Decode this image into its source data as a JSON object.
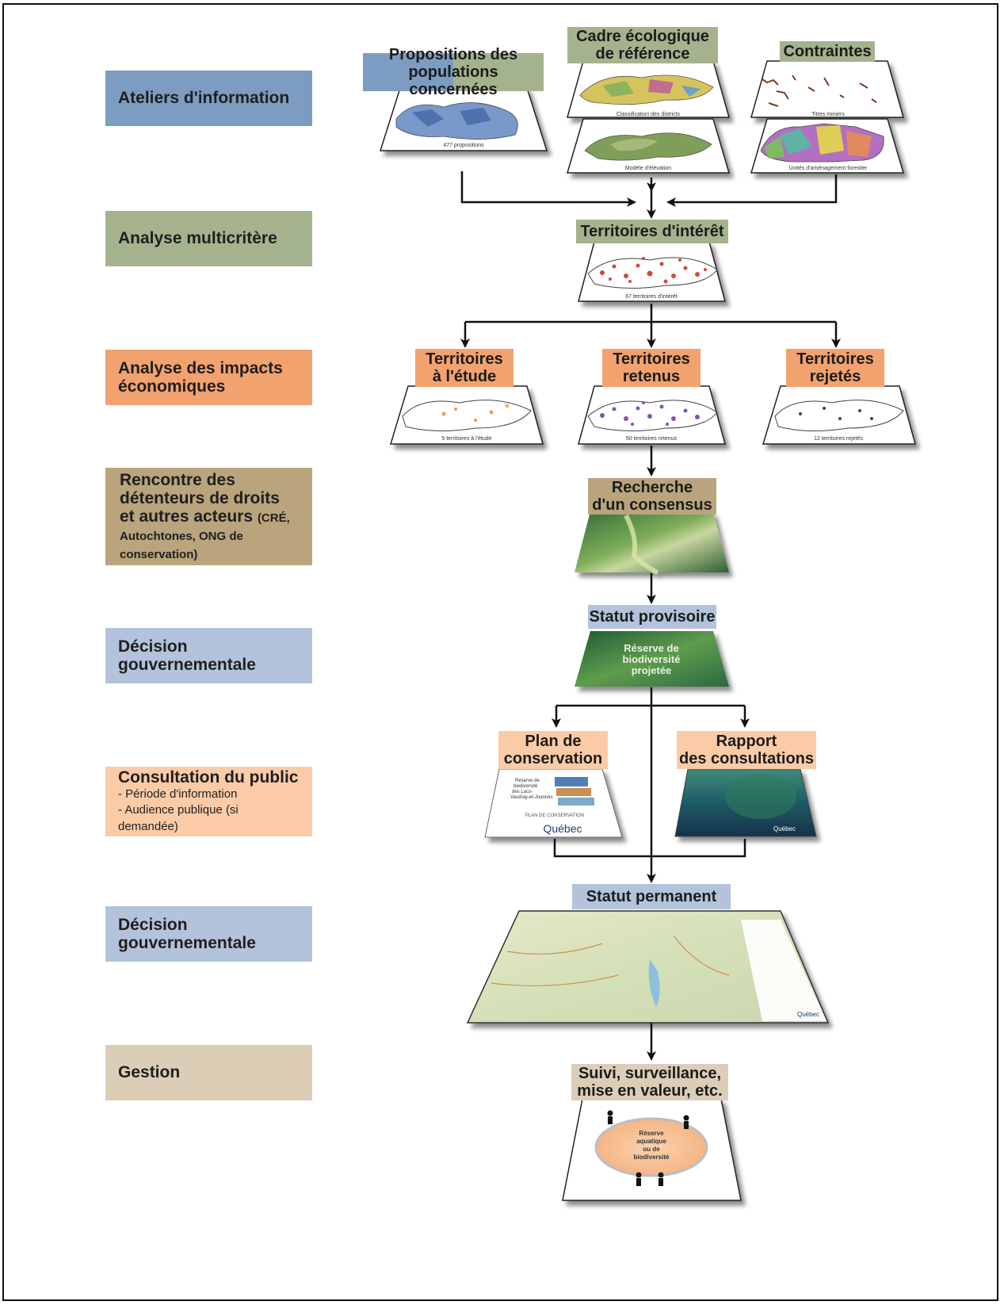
{
  "colors": {
    "blue_dark": "#7c9cc2",
    "green": "#a4b38e",
    "orange": "#f2a26f",
    "brown": "#b9a47d",
    "blue_light": "#b3c3dc",
    "peach": "#fbcba7",
    "beige": "#dccdb6"
  },
  "stages": [
    {
      "label": "Ateliers d'information"
    },
    {
      "label": "Analyse multicritère"
    },
    {
      "label": "Analyse des impacts économiques"
    },
    {
      "label": "Rencontre des détenteurs de droits et autres acteurs",
      "detail": "(CRÉ, Autochtones, ONG de conservation)"
    },
    {
      "label": "Décision gouvernementale"
    },
    {
      "label": "Consultation du public",
      "sub": [
        "- Période d'information",
        "- Audience publique (si demandée)"
      ]
    },
    {
      "label": "Décision gouvernementale"
    },
    {
      "label": "Gestion"
    }
  ],
  "nodes": {
    "propositions": {
      "line1": "Propositions des",
      "line2": "populations concernées",
      "caption": "477 propositions"
    },
    "cadre": {
      "line1": "Cadre écologique",
      "line2": "de référence",
      "caption1": "Classification des districts",
      "caption2": "Modèle d'élévation"
    },
    "contraintes": {
      "label": "Contraintes",
      "caption1": "Titres miniers",
      "caption2": "Unités d'aménagement forestier"
    },
    "interet": {
      "label": "Territoires d'intérêt",
      "caption": "67 territoires d'intérêt"
    },
    "etude": {
      "line1": "Territoires",
      "line2": "à l'étude",
      "caption": "5 territoires à l'étude"
    },
    "retenus": {
      "line1": "Territoires",
      "line2": "retenus",
      "caption": "50 territoires retenus"
    },
    "rejetes": {
      "line1": "Territoires",
      "line2": "rejetés",
      "caption": "12 territoires rejetés"
    },
    "consensus": {
      "line1": "Recherche",
      "line2": "d'un consensus"
    },
    "provisoire": {
      "label": "Statut provisoire",
      "image_text": [
        "Réserve de",
        "biodiversité",
        "projetée"
      ]
    },
    "plan": {
      "line1": "Plan de",
      "line2": "conservation",
      "doc_title": [
        "Réserve de",
        "biodiversité",
        "des Lacs-",
        "Vaudray-et-Joannès"
      ],
      "doc_footer": "PLAN DE CONSERVATION",
      "brand": "Québec"
    },
    "rapport": {
      "line1": "Rapport",
      "line2": "des consultations",
      "brand": "Québec"
    },
    "permanent": {
      "label": "Statut permanent",
      "brand": "Québec"
    },
    "suivi": {
      "line1": "Suivi, surveillance,",
      "line2": "mise en valeur, etc.",
      "center": [
        "Réserve",
        "aquatique",
        "ou de",
        "biodiversité"
      ]
    }
  }
}
